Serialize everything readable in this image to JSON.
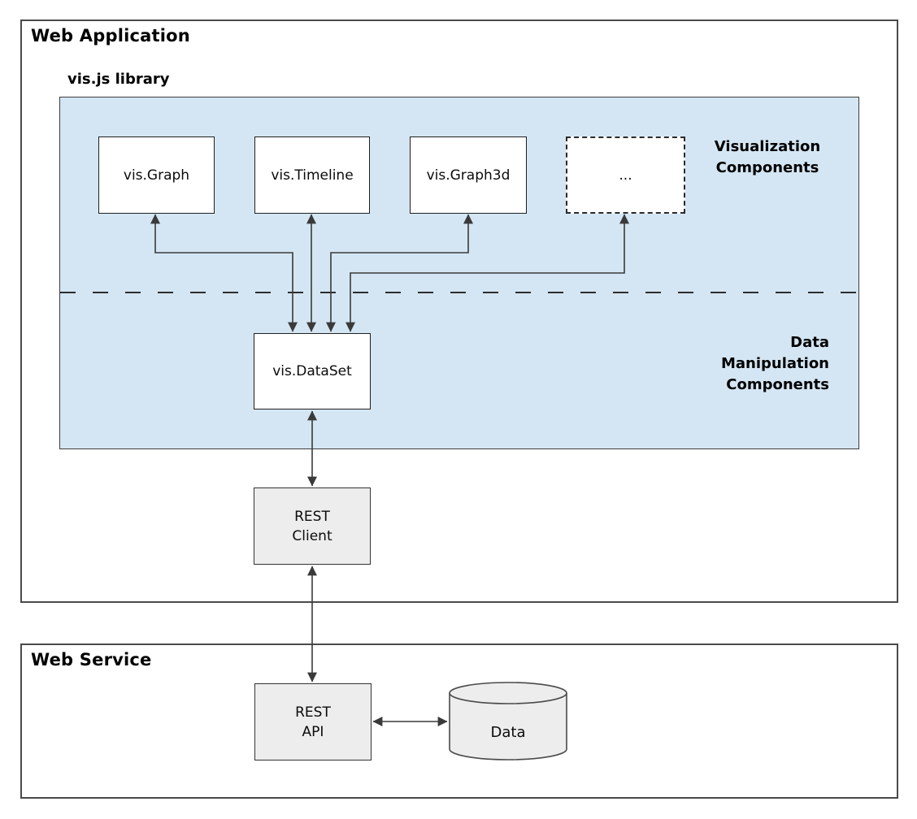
{
  "containers": {
    "web_application_title": "Web Application",
    "web_service_title": "Web Service"
  },
  "library": {
    "label": "vis.js library",
    "visualization_components_label": "Visualization\nComponents",
    "data_manipulation_components_label": "Data\nManipulation\nComponents"
  },
  "nodes": {
    "vis_graph": "vis.Graph",
    "vis_timeline": "vis.Timeline",
    "vis_graph3d": "vis.Graph3d",
    "more_components": "...",
    "vis_dataset": "vis.DataSet",
    "rest_client": "REST\nClient",
    "rest_api": "REST\nAPI",
    "data_store": "Data"
  },
  "colors": {
    "library_region_fill": "#d4e6f3",
    "node_fill_white": "#ffffff",
    "node_fill_gray": "#ededed",
    "connector_color": "#3a3a3a"
  }
}
